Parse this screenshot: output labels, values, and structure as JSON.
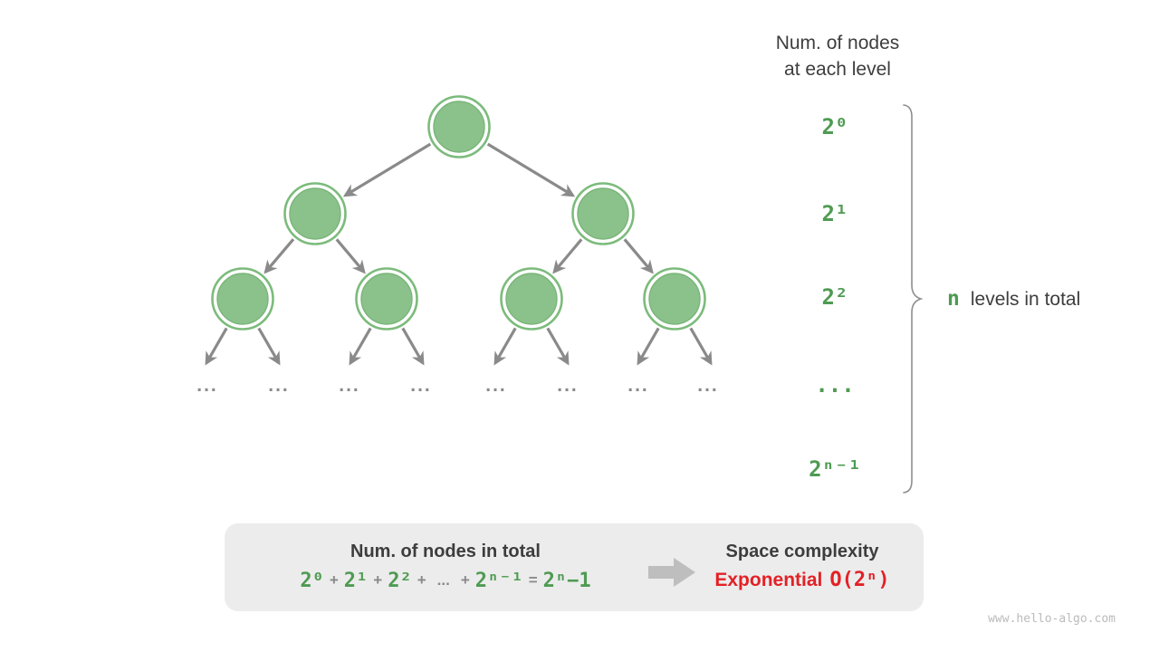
{
  "header": {
    "line1": "Num. of nodes",
    "line2": "at each level"
  },
  "levels": [
    "2⁰",
    "2¹",
    "2²",
    "...",
    "2ⁿ⁻¹"
  ],
  "brace_label": {
    "n": "n",
    "rest": "levels in total"
  },
  "tree": {
    "ellipsis": "..."
  },
  "summary": {
    "left_title": "Num. of nodes in total",
    "formula": {
      "term0": "2⁰",
      "plus": "+",
      "term1": "2¹",
      "term2": "2²",
      "dots": "...",
      "term3": "2ⁿ⁻¹",
      "equals": "=",
      "result": "2ⁿ−1"
    },
    "right_title": "Space complexity",
    "complexity": {
      "word": "Exponential",
      "big_o": "O(2ⁿ)"
    }
  },
  "watermark": "www.hello-algo.com",
  "colors": {
    "green_text": "#4E9B52",
    "node_fill": "#8BC18B",
    "node_ring": "#7CBB7C",
    "edge_gray": "#8A8A8A",
    "dark_text": "#3D3D3D",
    "red_text": "#E32126",
    "box_bg": "#ECECEC",
    "block_arrow_gray": "#BEBEBE",
    "watermark_gray": "#BBBBBB"
  }
}
